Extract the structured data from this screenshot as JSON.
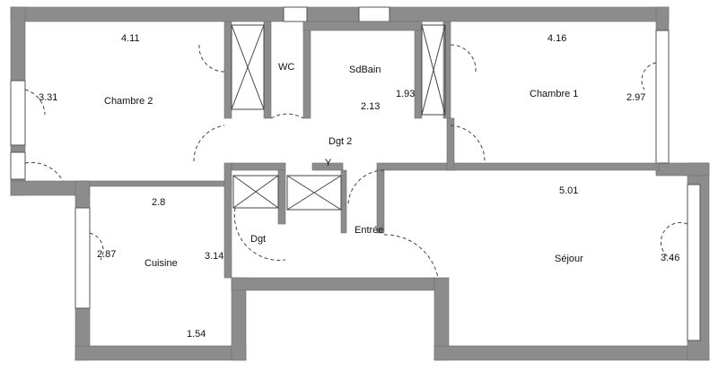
{
  "rooms": {
    "chambre2": {
      "name": "Chambre 2",
      "width": "4.11",
      "depth": "3.31"
    },
    "wc": {
      "name": "WC"
    },
    "sdbain": {
      "name": "SdBain",
      "width": "1.93",
      "depth": "2.13"
    },
    "chambre1": {
      "name": "Chambre 1",
      "width": "4.16",
      "depth": "2.97"
    },
    "dgt2": {
      "name": "Dgt 2",
      "mark": "Y"
    },
    "cuisine": {
      "name": "Cuisine",
      "width": "2.8",
      "depth_left": "2.87",
      "depth_right": "3.14",
      "bottom": "1.54"
    },
    "dgt": {
      "name": "Dgt"
    },
    "entree": {
      "name": "Entrée"
    },
    "sejour": {
      "name": "Séjour",
      "width": "5.01",
      "depth": "3.46"
    }
  },
  "colors": {
    "wall": "#8c8c8c",
    "background": "#ffffff"
  }
}
